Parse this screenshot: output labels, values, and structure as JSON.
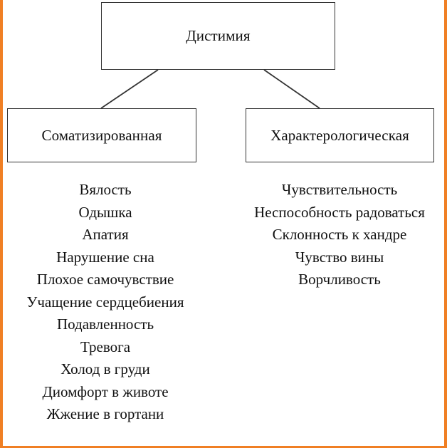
{
  "diagram": {
    "root": {
      "label": "Дистимия"
    },
    "branches": [
      {
        "label": "Соматизированная",
        "items": [
          "Вялость",
          "Одышка",
          "Апатия",
          "Нарушение сна",
          "Плохое самочувствие",
          "Учащение сердцебиения",
          "Подавленность",
          "Тревога",
          "Холод в груди",
          "Диомфорт в животе",
          "Жжение в гортани"
        ]
      },
      {
        "label": "Характерологическая",
        "items": [
          "Чувствительность",
          "Неспособность радоваться",
          "Склонность к хандре",
          "Чувство вины",
          "Ворчливость"
        ]
      }
    ]
  },
  "colors": {
    "frame": "#f07f24",
    "line": "#333333",
    "text": "#111111"
  }
}
